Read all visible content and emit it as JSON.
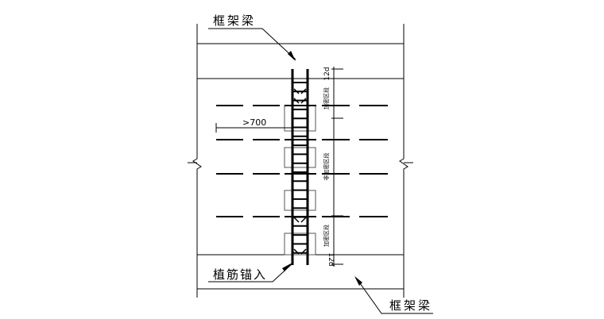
{
  "labels": {
    "top_beam": "框架梁",
    "anchor": "植筋锚入",
    "bottom_beam": "框架梁",
    "spacing": ">700",
    "dim_top": "12d",
    "dim_bottom": "12d",
    "zone_top": "加密区段",
    "zone_middle": "非加密区段",
    "zone_bottom": "加密区段"
  },
  "colors": {
    "line": "#000000",
    "background": "#ffffff"
  }
}
